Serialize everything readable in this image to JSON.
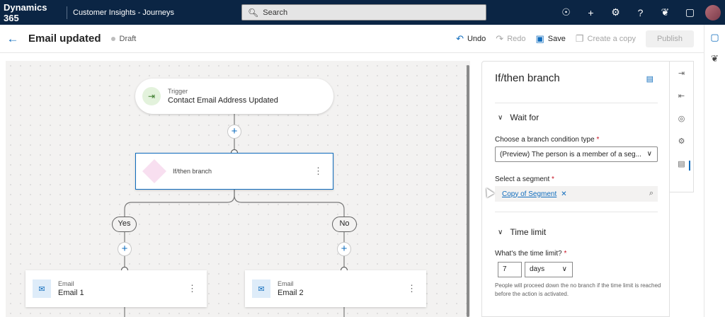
{
  "topbar": {
    "brand": "Dynamics 365",
    "app_name": "Customer Insights - Journeys",
    "search_placeholder": "Search"
  },
  "command_bar": {
    "title": "Email updated",
    "status": "Draft",
    "undo": "Undo",
    "redo": "Redo",
    "save": "Save",
    "create_copy": "Create a copy",
    "publish": "Publish"
  },
  "canvas": {
    "trigger": {
      "label": "Trigger",
      "name": "Contact Email Address Updated"
    },
    "ifthen": {
      "label": "If/then branch"
    },
    "branches": {
      "yes": "Yes",
      "no": "No"
    },
    "email1": {
      "label": "Email",
      "name": "Email 1"
    },
    "email2": {
      "label": "Email",
      "name": "Email 2"
    }
  },
  "pane": {
    "title": "If/then branch",
    "wait_for": {
      "heading": "Wait for",
      "condition_label": "Choose a branch condition type",
      "condition_value": "(Preview) The person is a member of a seg...",
      "segment_label": "Select a segment",
      "segment_value": "Copy of Segment"
    },
    "time_limit": {
      "heading": "Time limit",
      "question": "What's the time limit?",
      "amount": "7",
      "unit": "days",
      "help": "People will proceed down the no branch if the time limit is reached before the action is activated."
    }
  },
  "colors": {
    "nav_bg": "#0b2544",
    "accent": "#0f6cbd",
    "required": "#c50f1f"
  }
}
